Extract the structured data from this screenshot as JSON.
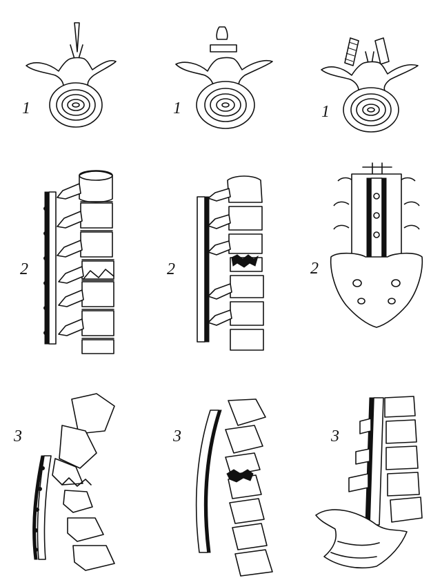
{
  "figure": {
    "background": "#ffffff",
    "ink": "#111111",
    "panels": [
      {
        "row": 1,
        "column": 1,
        "label": "1",
        "subject": "vertebra-axial-view",
        "variant": "spinous-process-wire"
      },
      {
        "row": 1,
        "column": 2,
        "label": "1",
        "subject": "vertebra-axial-view",
        "variant": "spinous-process-plate"
      },
      {
        "row": 1,
        "column": 3,
        "label": "1",
        "subject": "vertebra-axial-view",
        "variant": "bilateral-rods"
      },
      {
        "row": 2,
        "column": 1,
        "label": "2",
        "subject": "spine-lateral-view",
        "variant": "posterior-plate-fracture"
      },
      {
        "row": 2,
        "column": 2,
        "label": "2",
        "subject": "spine-lateral-view",
        "variant": "posterior-plate-compression"
      },
      {
        "row": 2,
        "column": 3,
        "label": "2",
        "subject": "lumbosacral-posterior-view",
        "variant": "paired-rods-sacrum"
      },
      {
        "row": 3,
        "column": 1,
        "label": "3",
        "subject": "spine-lateral-view",
        "variant": "kyphotic-fracture-plate"
      },
      {
        "row": 3,
        "column": 2,
        "label": "3",
        "subject": "spine-lateral-view",
        "variant": "curved-plate-compression"
      },
      {
        "row": 3,
        "column": 3,
        "label": "3",
        "subject": "lumbosacral-lateral-view",
        "variant": "plate-to-sacrum"
      }
    ]
  }
}
